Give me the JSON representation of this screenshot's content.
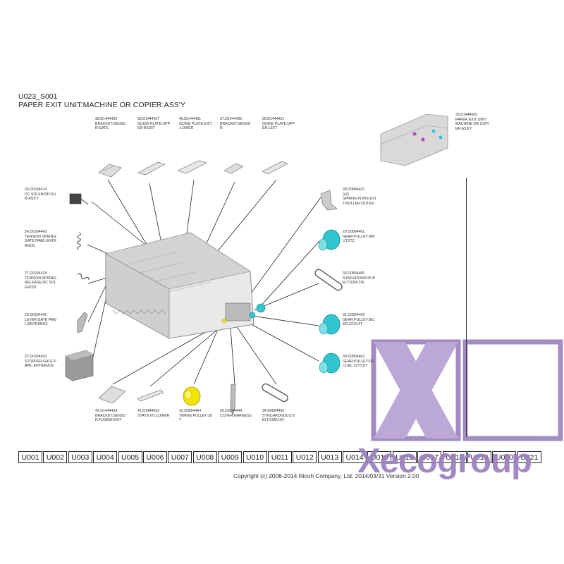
{
  "header": {
    "code": "U023_S001",
    "title": "PAPER EXIT UNIT:MACHINE OR COPIER:ASS'Y"
  },
  "parts": [
    {
      "id": "p38",
      "label": "38.D1444426\nBRACKET:SENSO\nR:GATE"
    },
    {
      "id": "p39",
      "label": "39.D1444427\nGUIDE PLATE:UPP\nER:RIGHT"
    },
    {
      "id": "p40",
      "label": "40.D1444431\nGUIDE PLATE:EXIT\n:LOWER"
    },
    {
      "id": "p37",
      "label": "37.D1444425\nBRACKET:SENSO\nR"
    },
    {
      "id": "p36",
      "label": "36.D1444421\nGUIDE PLATE:UPP\nER:LEFT"
    },
    {
      "id": "p35",
      "label": "35.D1444605\nPAPER EXIT UNIT:\nMACHINE OR COPI\nER:ASS'Y"
    },
    {
      "id": "p26",
      "label": "26.D0294474\nDC SOLENOID:SU\nB-ASS'Y"
    },
    {
      "id": "p24",
      "label": "24.D0294443\nTENSION SPRING:\nGATE PAWL:ENTR\nANCE"
    },
    {
      "id": "p27",
      "label": "27.D0294478\nTENSION SPRING:\nRELEASE:DC SOL\nENOID"
    },
    {
      "id": "p23",
      "label": "23.D0294442\nLEVER:GATE PAW\nL:ENTRANCE"
    },
    {
      "id": "p22",
      "label": "22.D0294439\nSTOPPER:GATE P\nAWL:ENTRANCE"
    },
    {
      "id": "p28",
      "label": "28.D0894437\n(x2)\nSPRING PLATE:EXI\nT:ROLLER:OUTER"
    },
    {
      "id": "p29",
      "label": "29.D0894461\nGEAR:PULLEY:INP\nUT:27Z"
    },
    {
      "id": "p33",
      "label": "33.D0894465\nSYNCHRONOUS B\nELT:S2M:136"
    },
    {
      "id": "p31",
      "label": "31.D0894463\nGEAR:PULLEY:IDL\nER:Z21/14T"
    },
    {
      "id": "p30",
      "label": "30.D0894462\nGEAR:PULLEY:DE\nCURL:Z27/18T"
    },
    {
      "id": "p42",
      "label": "42.D1444433\nBRACKET:SENSO\nR:FUSING EXIT"
    },
    {
      "id": "p41",
      "label": "41.D1444432\nSTAY:EXIT:LOWER"
    },
    {
      "id": "p32",
      "label": "32.D0894464\nTIMING PULLEY:18\nT"
    },
    {
      "id": "p25",
      "label": "25.D0294444\nCOVER:HARNESS"
    },
    {
      "id": "p34",
      "label": "34.D0894466\nSYNCHRONOUS B\nELT:S2M:104"
    }
  ],
  "tabs": [
    "U001",
    "U002",
    "U003",
    "U004",
    "U005",
    "U006",
    "U007",
    "U008",
    "U009",
    "U010",
    "U011",
    "U012",
    "U013",
    "U014",
    "U015",
    "U016",
    "U017",
    "U018",
    "U019",
    "U020",
    "U021"
  ],
  "footer": {
    "copyright": "Copyright (c) 2006-2014 Ricoh Company, Ltd.    2014/03/31 Version 2.00"
  },
  "watermark": {
    "text": "Xecogroup"
  },
  "colors": {
    "accent_cyan": "#2fc6cf",
    "gear_yellow": "#f2e600",
    "watermark_purple": "#9a7fbe"
  }
}
